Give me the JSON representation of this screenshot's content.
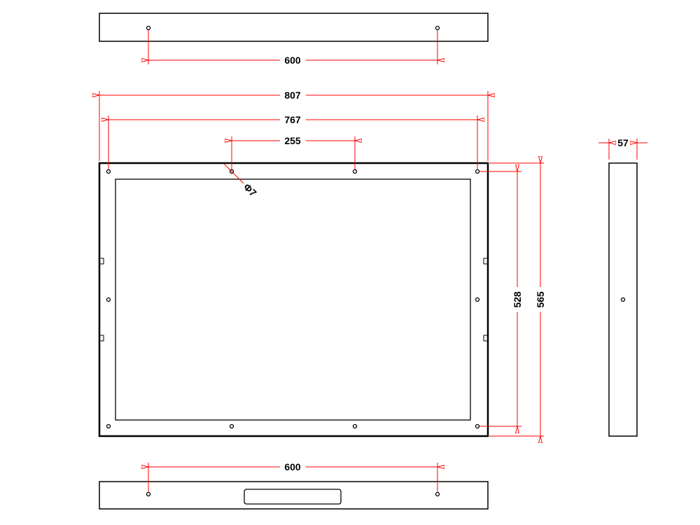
{
  "drawing": {
    "top_view": {
      "hole_spacing_label": "600"
    },
    "front_view": {
      "overall_width_label": "807",
      "hole_span_label": "767",
      "hole_pitch_label": "255",
      "hole_diameter_label": "Φ7",
      "hole_vertical_span_label": "528",
      "overall_height_label": "565"
    },
    "side_view": {
      "depth_label": "57"
    },
    "bottom_view": {
      "hole_spacing_label": "600"
    },
    "colors": {
      "outline": "#000000",
      "dimension": "#ff0000"
    }
  }
}
